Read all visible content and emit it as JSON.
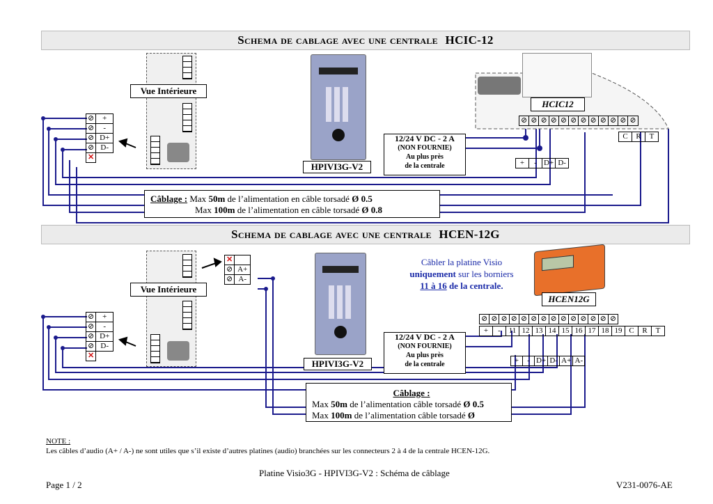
{
  "section1": {
    "title_prefix": "Schema de cablage avec une centrale",
    "title_model": "HCIC-12",
    "inside_view": "Vue Intérieure",
    "panel_label": "HPIVI3G-V2",
    "central_label": "HCIC12",
    "supply": {
      "line1": "12/24 V DC - 2 A",
      "line2": "(NON FOURNIE)",
      "line3": "Au plus près",
      "line4": "de la centrale"
    },
    "terminals_left": [
      "+",
      "-",
      "D+",
      "D-"
    ],
    "terminals_crt": [
      "C",
      "R",
      "T"
    ],
    "terminals_bottom": [
      "+",
      "-",
      "D+",
      "D-"
    ],
    "cabling_label": "Câblage :",
    "cabling_line1_a": "Max ",
    "cabling_line1_b": "50m",
    "cabling_line1_c": " de l’alimentation  en câble torsadé ",
    "cabling_line1_d": "Ø 0.5",
    "cabling_line2_a": "Max ",
    "cabling_line2_b": "100m",
    "cabling_line2_c": " de l’alimentation  en câble torsadé ",
    "cabling_line2_d": "Ø 0.8"
  },
  "section2": {
    "title_prefix": "Schema de cablage avec une centrale",
    "title_model": "HCEN-12G",
    "inside_view": "Vue Intérieure",
    "panel_label": "HPIVI3G-V2",
    "central_label": "HCEN12G",
    "note_line1": "Câbler la platine Visio",
    "note_line2_a": "uniquement",
    "note_line2_b": " sur les borniers",
    "note_line3_a": "11 à 16",
    "note_line3_b": " de la centrale.",
    "supply": {
      "line1": "12/24 V DC - 2 A",
      "line2": "(NON FOURNIE)",
      "line3": "Au plus près",
      "line4": "de la centrale"
    },
    "terminals_left": [
      "+",
      "-",
      "D+",
      "D-"
    ],
    "terminals_audio": [
      "A+",
      "A-"
    ],
    "terminals_row": [
      "+",
      "-",
      "11",
      "12",
      "13",
      "14",
      "15",
      "16",
      "17",
      "18",
      "19",
      "C",
      "R",
      "T"
    ],
    "terminals_bottom": [
      "+",
      "-",
      "D+",
      "D-",
      "A+",
      "A-"
    ],
    "cabling_label": "Câblage :",
    "cabling_line1_a": "Max ",
    "cabling_line1_b": "50m",
    "cabling_line1_c": " de l’alimentation câble torsadé ",
    "cabling_line1_d": "Ø 0.5",
    "cabling_line2_a": "Max ",
    "cabling_line2_b": "100m",
    "cabling_line2_c": " de l’alimentation câble torsadé ",
    "cabling_line2_d": "Ø"
  },
  "note": {
    "heading": "NOTE :",
    "text": "Les câbles d’audio (A+ / A-) ne sont utiles que s’il existe d’autres platines (audio) branchées sur les connecteurs 2 à 4 de la centrale HCEN-12G."
  },
  "footer": {
    "title": "Platine Visio3G - HPIVI3G-V2 : Schéma de câblage",
    "page": "Page 1 / 2",
    "ref": "V231-0076-AE"
  },
  "colors": {
    "wire": "#1a1a8c",
    "banner_bg": "#ebebeb",
    "red_cross": "#d01010",
    "panel_bg": "#9aa3c8"
  },
  "icons": [
    "screw-terminal-icon",
    "red-cross-icon",
    "speaker-grille-icon",
    "keypad-icon"
  ]
}
